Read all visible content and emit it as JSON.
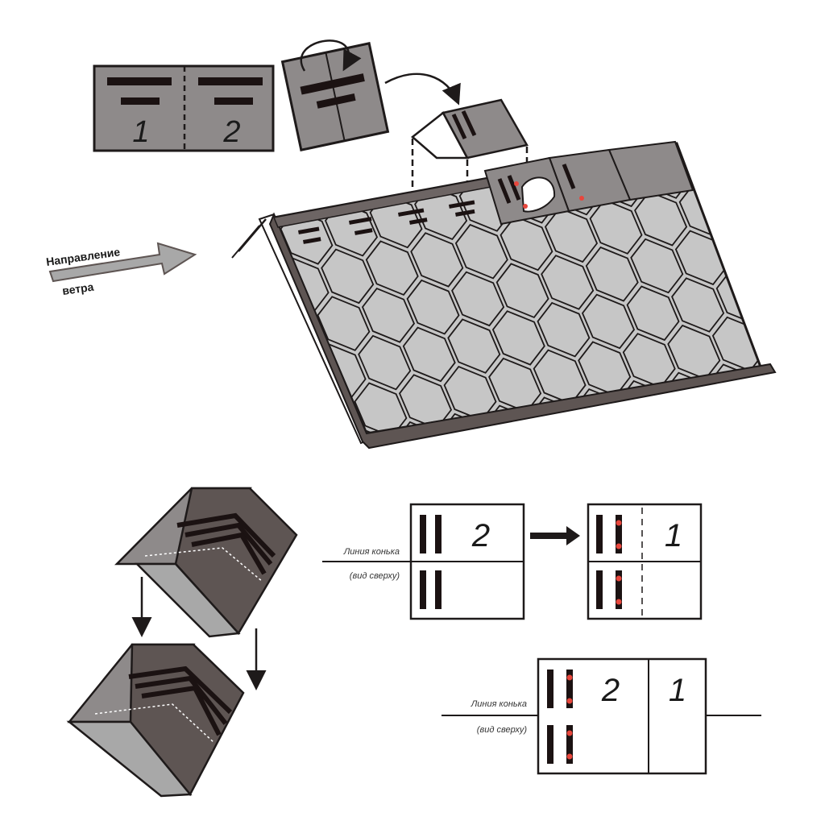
{
  "wind_label": {
    "line1": "Направление",
    "line2": "ветра"
  },
  "ridge_sheet": {
    "part_1": "1",
    "part_2": "2"
  },
  "top_view_a": {
    "ridge_line_label": "Линия конька",
    "view_label": "(вид сверху)",
    "left_number": "2",
    "right_number": "1"
  },
  "top_view_b": {
    "ridge_line_label": "Линия конька",
    "view_label": "(вид сверху)",
    "number_2": "2",
    "number_1": "1"
  },
  "colors": {
    "shingle_fill": "#c6c6c6",
    "tile_fill": "#8e8a8a",
    "outline": "#1e1a1a",
    "strip": "#1b1212",
    "nail": "#e8463c",
    "roof_edge": "#5e5553"
  }
}
